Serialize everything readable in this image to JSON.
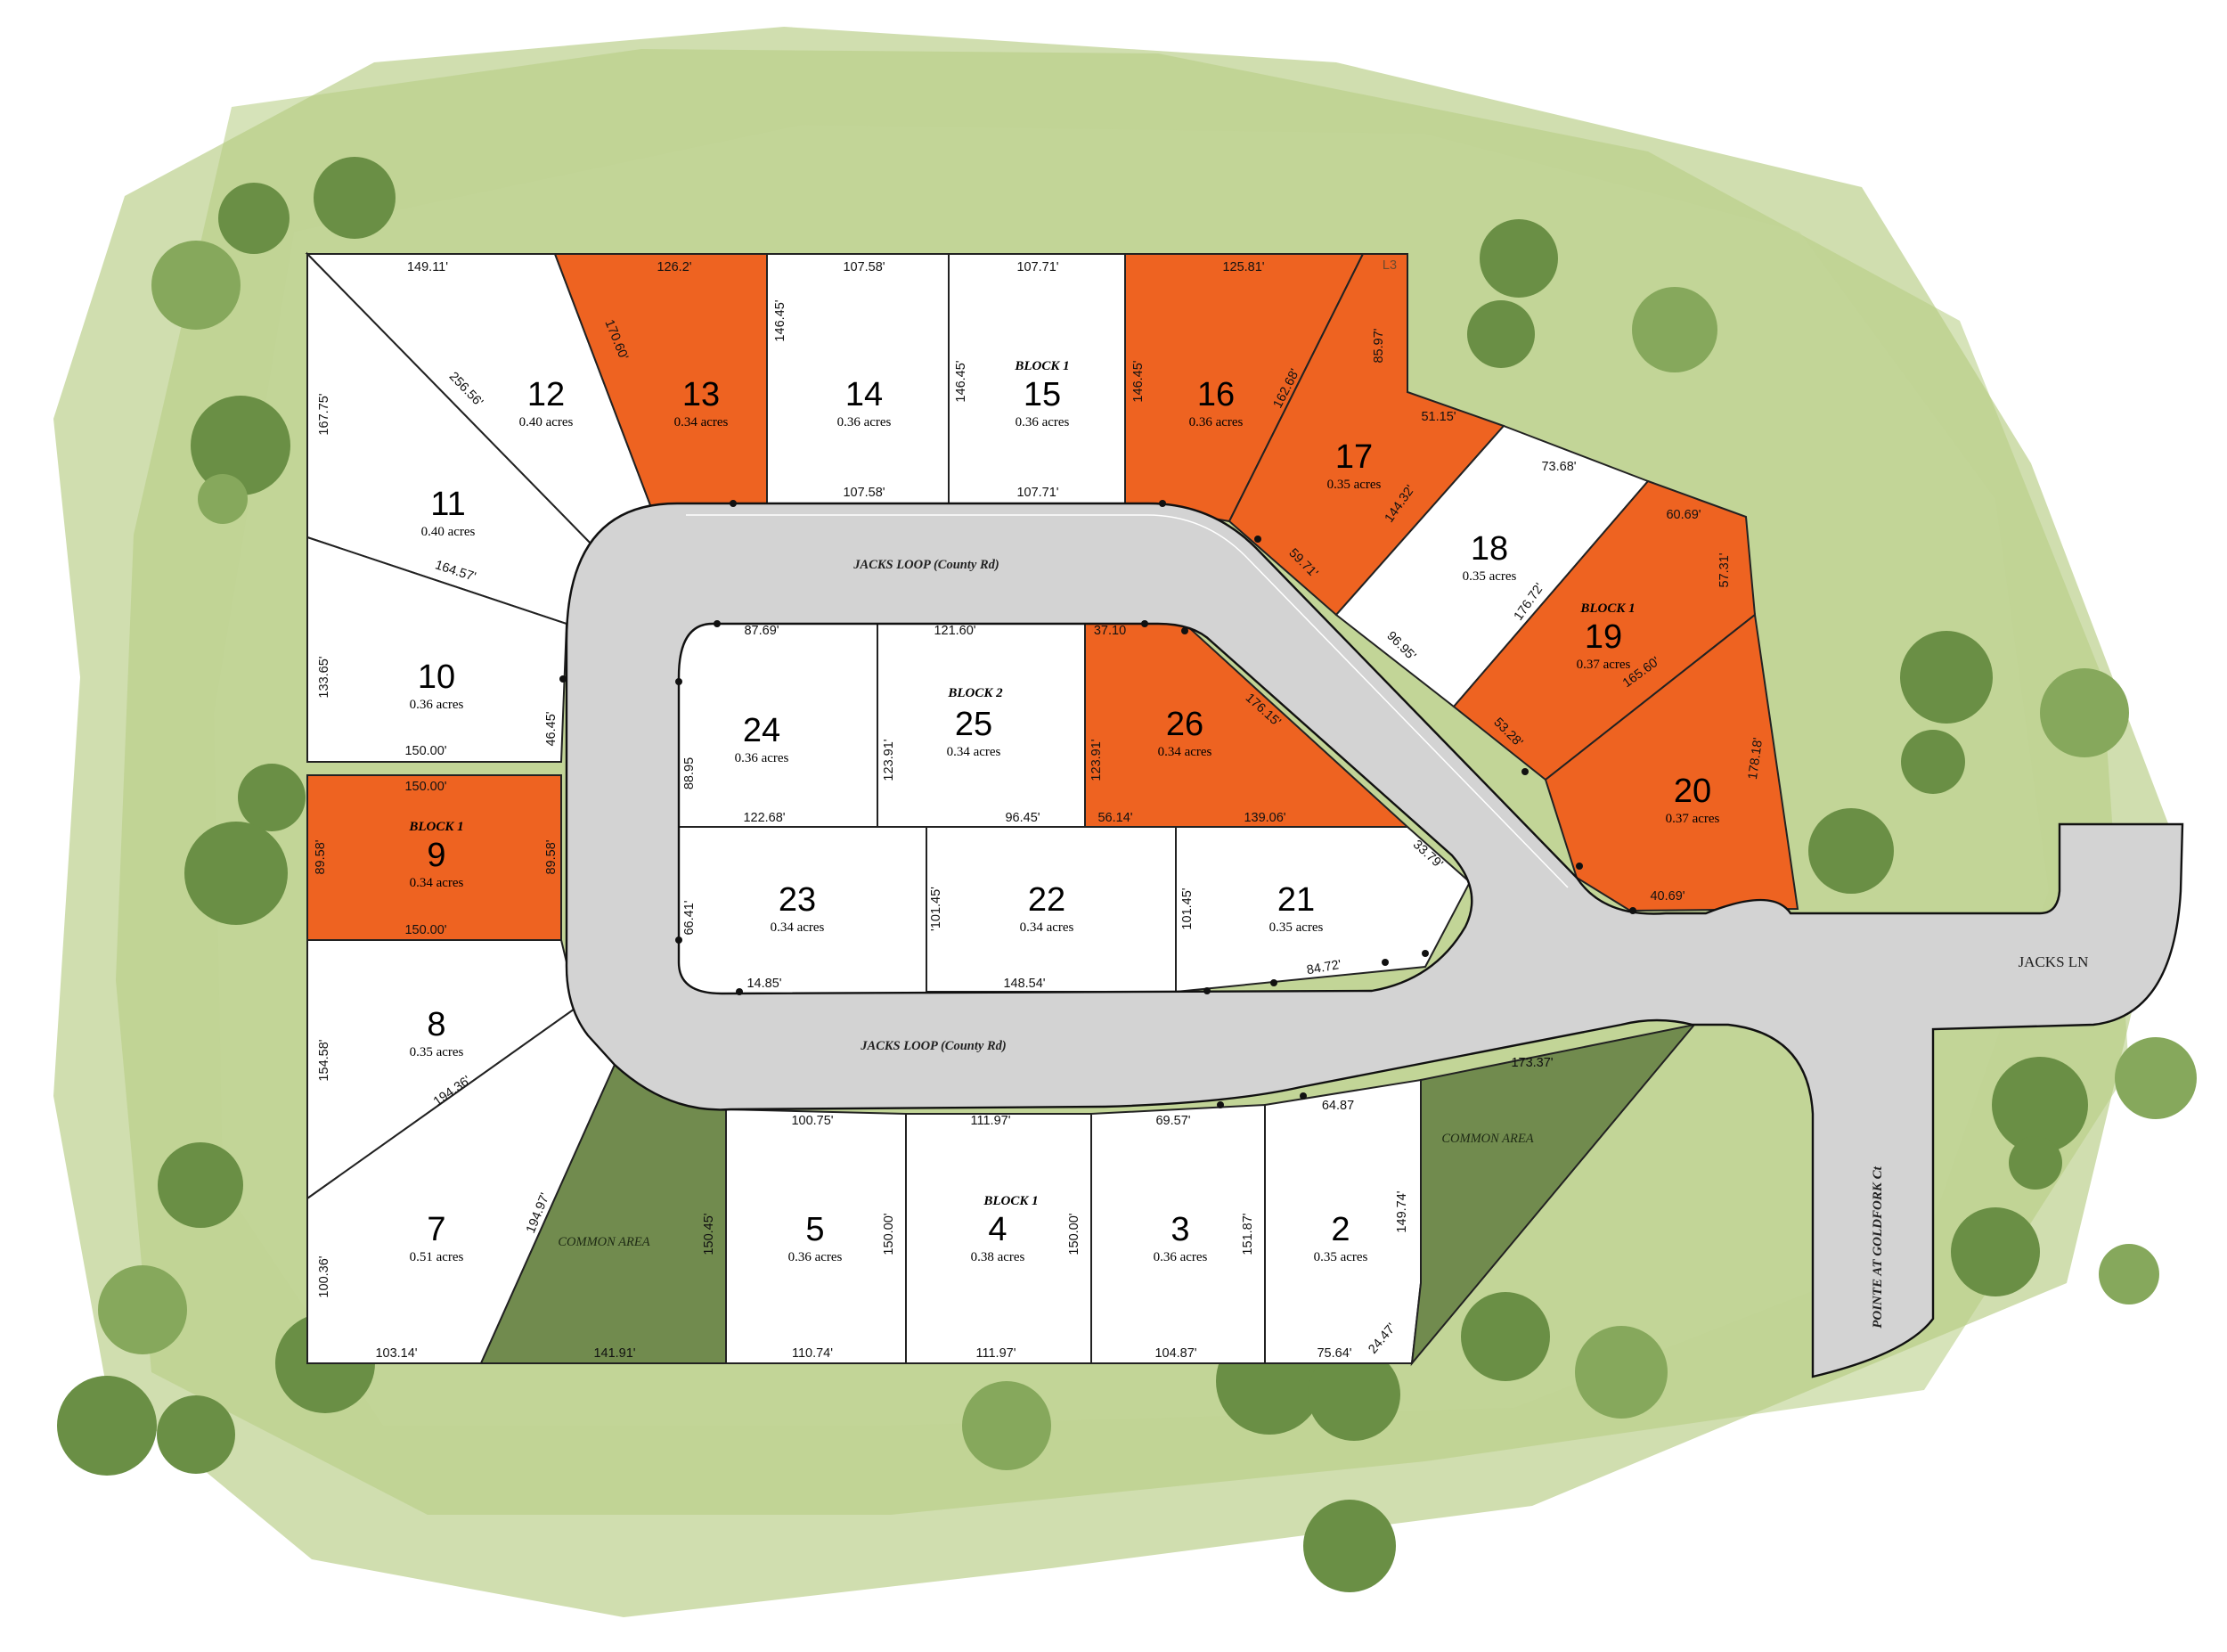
{
  "colors": {
    "available": "#ffffff",
    "highlighted": "#ee6321",
    "common_area": "#718b4e",
    "grass": "#b7cd84",
    "road": "#d3d3d3"
  },
  "roads": {
    "loop_top": "JACKS LOOP (County Rd)",
    "loop_bottom": "JACKS LOOP (County Rd)",
    "lane": "JACKS LN",
    "court": "POINTE AT GOLDFORK Ct"
  },
  "corner_marker": "L3",
  "common_areas": {
    "left": "COMMON AREA",
    "right": "COMMON AREA"
  },
  "blocks": {
    "b15": "BLOCK 1",
    "b9": "BLOCK 1",
    "b19": "BLOCK 1",
    "b4": "BLOCK 1",
    "b25": "BLOCK 2"
  },
  "lots": {
    "l2": {
      "num": "2",
      "acres": "0.35 acres"
    },
    "l3": {
      "num": "3",
      "acres": "0.36 acres"
    },
    "l4": {
      "num": "4",
      "acres": "0.38 acres"
    },
    "l5": {
      "num": "5",
      "acres": "0.36 acres"
    },
    "l7": {
      "num": "7",
      "acres": "0.51 acres"
    },
    "l8": {
      "num": "8",
      "acres": "0.35 acres"
    },
    "l9": {
      "num": "9",
      "acres": "0.34 acres"
    },
    "l10": {
      "num": "10",
      "acres": "0.36 acres"
    },
    "l11": {
      "num": "11",
      "acres": "0.40 acres"
    },
    "l12": {
      "num": "12",
      "acres": "0.40 acres"
    },
    "l13": {
      "num": "13",
      "acres": "0.34 acres"
    },
    "l14": {
      "num": "14",
      "acres": "0.36 acres"
    },
    "l15": {
      "num": "15",
      "acres": "0.36 acres"
    },
    "l16": {
      "num": "16",
      "acres": "0.36 acres"
    },
    "l17": {
      "num": "17",
      "acres": "0.35 acres"
    },
    "l18": {
      "num": "18",
      "acres": "0.35 acres"
    },
    "l19": {
      "num": "19",
      "acres": "0.37 acres"
    },
    "l20": {
      "num": "20",
      "acres": "0.37 acres"
    },
    "l21": {
      "num": "21",
      "acres": "0.35 acres"
    },
    "l22": {
      "num": "22",
      "acres": "0.34 acres"
    },
    "l23": {
      "num": "23",
      "acres": "0.34 acres"
    },
    "l24": {
      "num": "24",
      "acres": "0.36 acres"
    },
    "l25": {
      "num": "25",
      "acres": "0.34 acres"
    },
    "l26": {
      "num": "26",
      "acres": "0.34 acres"
    }
  },
  "dims": {
    "d12_top": "149.11'",
    "d12_diag": "256.56'",
    "d11_left": "167.75'",
    "d13_top": "126.2'",
    "d13_left": "170.60'",
    "d14_top": "107.58'",
    "d14_left": "146.45'",
    "d14_bottom": "107.58'",
    "d15_top": "107.71'",
    "d15_left": "146.45'",
    "d15_bottom": "107.71'",
    "d16_top": "125.81'",
    "d16_left": "146.45'",
    "d17_diag": "162.68'",
    "d17_right": "85.97'",
    "d17_51": "51.15'",
    "d17_144": "144.32'",
    "d17_59": "59.71'",
    "d18_top": "73.68'",
    "d18_176": "176.72'",
    "d18_96": "96.95'",
    "d19_60": "60.69'",
    "d19_57": "57.31'",
    "d19_165": "165.60'",
    "d19_53": "53.28'",
    "d20_178": "178.18'",
    "d20_40": "40.69'",
    "d10_164": "164.57'",
    "d10_133": "133.65'",
    "d10_150": "150.00'",
    "d10_46": "46.45'",
    "d9_top": "150.00'",
    "d9_left": "89.58'",
    "d9_right": "89.58'",
    "d9_bottom": "150.00'",
    "d8_154": "154.58'",
    "d8_194": "194.36'",
    "d7_100": "100.36'",
    "d7_194": "194.97'",
    "d7_103": "103.14'",
    "dc_141": "141.91'",
    "dc_150": "150.45'",
    "d5_top": "100.75'",
    "d5_right": "150.00'",
    "d5_bottom": "110.74'",
    "d4_top": "111.97'",
    "d4_right": "150.00'",
    "d4_bottom": "111.97'",
    "d3_top": "69.57'",
    "d3_right": "151.87'",
    "d3_bottom": "104.87'",
    "d2_top": "64.87",
    "d2_right": "149.74'",
    "d2_bottom": "75.64'",
    "d2_diag": "24.47'",
    "dc2_top": "173.37'",
    "d24_top": "87.69'",
    "d24_left": "88.95",
    "d24_bottom": "122.68'",
    "d25_top": "121.60'",
    "d25_left": "123.91'",
    "d25_bottom": "96.45'",
    "d26_top": "37.10",
    "d26_diag": "176.15'",
    "d26_left": "123.91'",
    "d26_b1": "56.14'",
    "d26_b2": "139.06'",
    "d23_left": "66.41'",
    "d23_bottom": "14.85'",
    "d22_left": "'101.45'",
    "d22_bottom": "148.54'",
    "d21_left": "101.45'",
    "d21_33": "33.79'",
    "d21_84": "84.72'"
  }
}
